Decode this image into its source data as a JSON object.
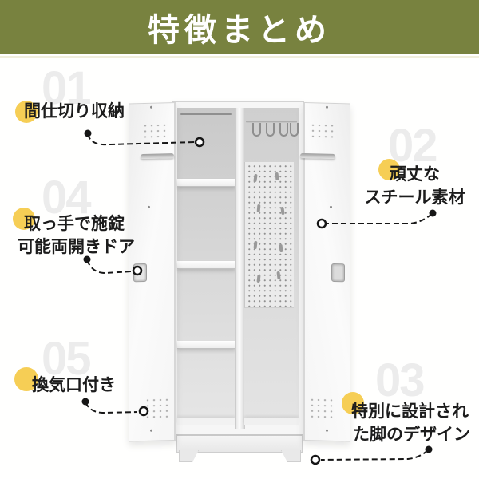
{
  "banner": {
    "title": "特徴まとめ",
    "bg_color": "#78823F",
    "text_color": "#FFFFFF"
  },
  "colors": {
    "accent_yellow": "#F6CE55",
    "ghost_number_gray": "#ECECEC",
    "callout_text": "#1C1C1C",
    "connector_black": "#161616",
    "banner_underline": "#F0EEDC"
  },
  "illustration": {
    "name": "white-steel-locker-two-doors-open",
    "parts": [
      "left-door",
      "right-door",
      "shelves",
      "pegboard",
      "hanging-rod",
      "base",
      "legs"
    ]
  },
  "features": [
    {
      "number": "01",
      "position": "top-left",
      "lines": [
        "間仕切り収納"
      ]
    },
    {
      "number": "02",
      "position": "right",
      "lines": [
        "頑丈な",
        "スチール素材"
      ]
    },
    {
      "number": "03",
      "position": "bottom-right",
      "lines": [
        "特別に設計され",
        "た脚のデザイン"
      ]
    },
    {
      "number": "04",
      "position": "left",
      "lines": [
        "取っ手で施錠",
        "可能両開きドア"
      ]
    },
    {
      "number": "05",
      "position": "bottom-left",
      "lines": [
        "換気口付き"
      ]
    }
  ]
}
